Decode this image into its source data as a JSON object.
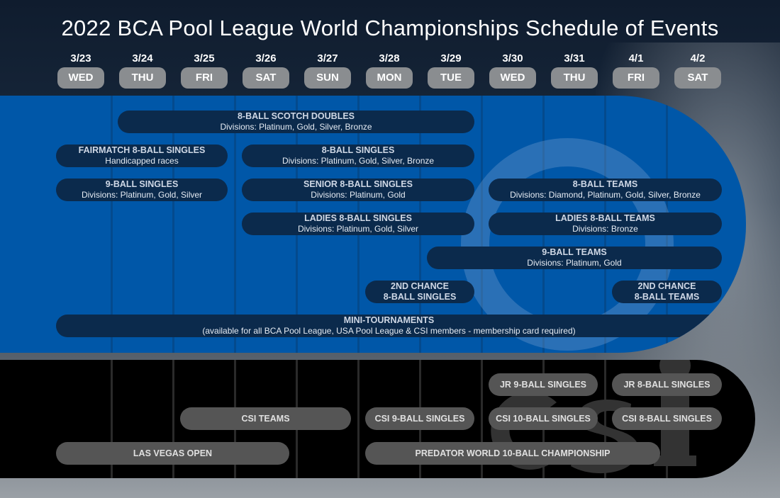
{
  "title": "2022 BCA Pool League World Championships Schedule of Events",
  "days": [
    {
      "date": "3/23",
      "day": "WED"
    },
    {
      "date": "3/24",
      "day": "THU"
    },
    {
      "date": "3/25",
      "day": "FRI"
    },
    {
      "date": "3/26",
      "day": "SAT"
    },
    {
      "date": "3/27",
      "day": "SUN"
    },
    {
      "date": "3/28",
      "day": "MON"
    },
    {
      "date": "3/29",
      "day": "TUE"
    },
    {
      "date": "3/30",
      "day": "WED"
    },
    {
      "date": "3/31",
      "day": "THU"
    },
    {
      "date": "4/1",
      "day": "FRI"
    },
    {
      "date": "4/2",
      "day": "SAT"
    }
  ],
  "bca_events": [
    {
      "name": "8-BALL SCOTCH DOUBLES",
      "sub": "Divisions: Platinum, Gold, Silver, Bronze"
    },
    {
      "name": "FAIRMATCH 8-BALL SINGLES",
      "sub": "Handicapped races"
    },
    {
      "name": "8-BALL SINGLES",
      "sub": "Divisions: Platinum, Gold, Silver, Bronze"
    },
    {
      "name": "9-BALL SINGLES",
      "sub": "Divisions: Platinum, Gold, Silver"
    },
    {
      "name": "SENIOR 8-BALL SINGLES",
      "sub": "Divisions: Platinum, Gold"
    },
    {
      "name": "8-BALL TEAMS",
      "sub": "Divisions: Diamond, Platinum, Gold, Silver, Bronze"
    },
    {
      "name": "LADIES 8-BALL SINGLES",
      "sub": "Divisions: Platinum, Gold, Silver"
    },
    {
      "name": "LADIES 8-BALL TEAMS",
      "sub": "Divisions: Bronze"
    },
    {
      "name": "9-BALL TEAMS",
      "sub": "Divisions: Platinum, Gold"
    },
    {
      "name": "2ND CHANCE",
      "sub": "8-BALL SINGLES"
    },
    {
      "name": "2ND CHANCE",
      "sub": "8-BALL TEAMS"
    },
    {
      "name": "MINI-TOURNAMENTS",
      "sub": "(available for all BCA Pool League, USA Pool League & CSI members - membership card required)"
    }
  ],
  "csi_events": [
    "JR 9-BALL SINGLES",
    "JR 8-BALL SINGLES",
    "CSI TEAMS",
    "CSI 9-BALL SINGLES",
    "CSI 10-BALL SINGLES",
    "CSI 8-BALL SINGLES",
    "LAS VEGAS OPEN",
    "PREDATOR WORLD 10-BALL CHAMPIONSHIP"
  ],
  "logo_text": "csi"
}
